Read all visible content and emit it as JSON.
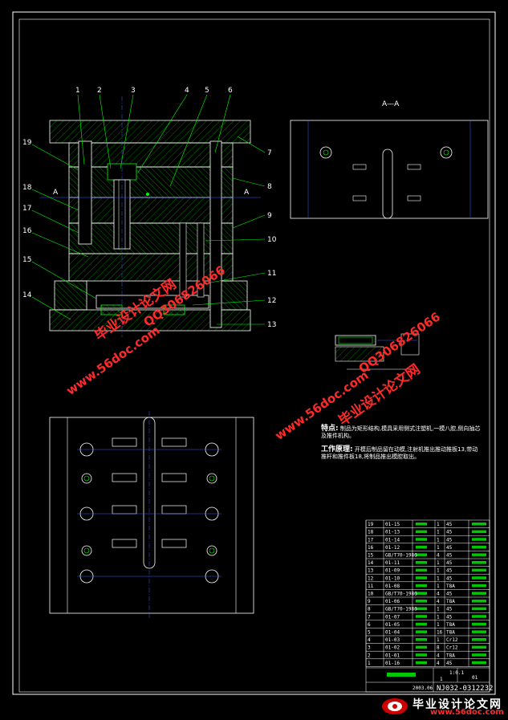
{
  "callouts": {
    "top": [
      "1",
      "2",
      "3",
      "4",
      "5",
      "6"
    ],
    "left": [
      "19",
      "18",
      "17",
      "16",
      "15",
      "14"
    ],
    "right": [
      "7",
      "8",
      "9",
      "10",
      "11",
      "12",
      "13"
    ]
  },
  "section_marks": {
    "a_left": "A",
    "a_right": "A",
    "view_title": "A—A"
  },
  "notes": {
    "features_label": "特点:",
    "features_text": "制品为矩形结构,模具采用侧式注塑机,一模八腔,侧向抽芯及推件机构。",
    "principle_label": "工作原理:",
    "principle_text": "开模后制品留在动模,注射机推出推动推板13,带动推杆和推件板18,将制品推出模腔取出。"
  },
  "watermarks": {
    "site_cn": "毕业设计论文网",
    "url": "www.56doc.com",
    "qq": "QQ306826066"
  },
  "parts_table": {
    "rows": [
      [
        "19",
        "01-15",
        "",
        "1",
        "45",
        ""
      ],
      [
        "18",
        "01-13",
        "",
        "1",
        "45",
        ""
      ],
      [
        "17",
        "01-14",
        "",
        "1",
        "45",
        ""
      ],
      [
        "16",
        "01-12",
        "",
        "1",
        "45",
        ""
      ],
      [
        "15",
        "GB/T70-1986",
        "",
        "4",
        "45",
        ""
      ],
      [
        "14",
        "01-11",
        "",
        "1",
        "45",
        ""
      ],
      [
        "13",
        "01-09",
        "",
        "1",
        "45",
        ""
      ],
      [
        "12",
        "01-10",
        "",
        "1",
        "45",
        ""
      ],
      [
        "11",
        "01-08",
        "",
        "1",
        "T8A",
        ""
      ],
      [
        "10",
        "GB/T70-1986",
        "",
        "4",
        "45",
        ""
      ],
      [
        "9",
        "01-06",
        "",
        "4",
        "T8A",
        ""
      ],
      [
        "8",
        "GB/T70-1986",
        "",
        "1",
        "45",
        ""
      ],
      [
        "7",
        "01-07",
        "",
        "1",
        "45",
        ""
      ],
      [
        "6",
        "01-05",
        "",
        "1",
        "T8A",
        ""
      ],
      [
        "5",
        "01-04",
        "",
        "16",
        "T8A",
        ""
      ],
      [
        "4",
        "01-03",
        "",
        "1",
        "Cr12",
        ""
      ],
      [
        "3",
        "01-02",
        "",
        "8",
        "Cr12",
        ""
      ],
      [
        "2",
        "01-01",
        "",
        "4",
        "T8A",
        ""
      ],
      [
        "1",
        "01-16",
        "",
        "4",
        "45",
        ""
      ]
    ],
    "scale": "1:0.1",
    "sheet": "1",
    "sheet_total": "01",
    "drawing_number": "NJ032-0312232",
    "date": "2003.06"
  },
  "logo": {
    "name_cn": "毕业设计论文网",
    "url": "www.56doc.com"
  },
  "colors": {
    "background": "#000000",
    "line": "#ffffff",
    "hatch": "#00c800",
    "callout_leader": "#00ff00",
    "centerline": "#3a5cff",
    "accent": "#ff00ff",
    "watermark": "#ff2a2a"
  }
}
